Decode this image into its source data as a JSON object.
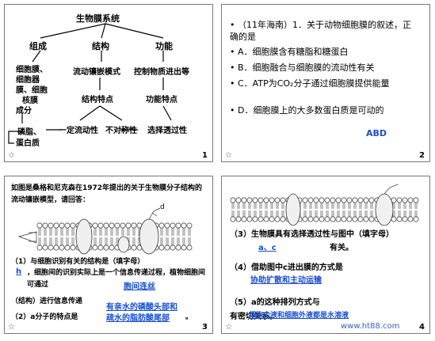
{
  "slide1": {
    "root": "生物膜系统",
    "branches": [
      "组成",
      "结构",
      "功能"
    ],
    "composition": [
      "细胞膜、",
      "细胞器",
      "膜、细胞",
      "核膜",
      "成分"
    ],
    "components": [
      "磷脂、",
      "蛋白质"
    ],
    "structure_model": "流动镶嵌模式",
    "function_control": "控制物质进出等",
    "structure_feature": "结构特点",
    "function_feature": "功能特点",
    "fluidity": "一定流动性",
    "asymmetry": "不对称性",
    "selectivity": "选择透过性",
    "page": "1"
  },
  "slide2": {
    "question": "（11年海南）1．关于动物细胞膜的叙述，正确的是",
    "options": [
      "A．细胞膜含有糖脂和糖蛋白",
      "B．细胞融合与细胞膜的流动性有关",
      "C．ATP为CO₂分子通过细胞膜提供能量",
      "D．细胞膜上的大多数蛋白质是可动的"
    ],
    "answer": "ABD",
    "page": "2"
  },
  "slide3": {
    "intro": "如图是桑格和尼克森在1972年提出的关于生物膜分子结构的流动镶嵌模型，请回答：",
    "label_d": "d",
    "q1a": "（1）与细胞识别有关的结构是（填字母）",
    "ans_h": "h",
    "q1b": "，细胞间的识别实际上是一个信息传递过程，植物细胞间可通过",
    "ans_plasmodesmata": "胞间连丝",
    "q1c": "（结构）进行信息传递",
    "q2": "（2）a分子的特点是",
    "ans_a1": "有亲水的磷酸头部和",
    "ans_a2": "疏水的脂肪酸尾部",
    "period": "。",
    "page": "3"
  },
  "slide4": {
    "q3": "（3）生物膜具有选择透过性与图中（填字母）",
    "ans_ac": "a、c",
    "q3end": "有关。",
    "q4": "（4）借助图中c进出膜的方式是",
    "ans_c": "协助扩散和主动运输",
    "q5a": "（5）a的这种排列方式与",
    "q5b": "有密切关系。",
    "ans_5": "细胞内液和细胞外液都是水溶液",
    "watermark": "www.ht88.com",
    "page": "4"
  },
  "star": "☆"
}
